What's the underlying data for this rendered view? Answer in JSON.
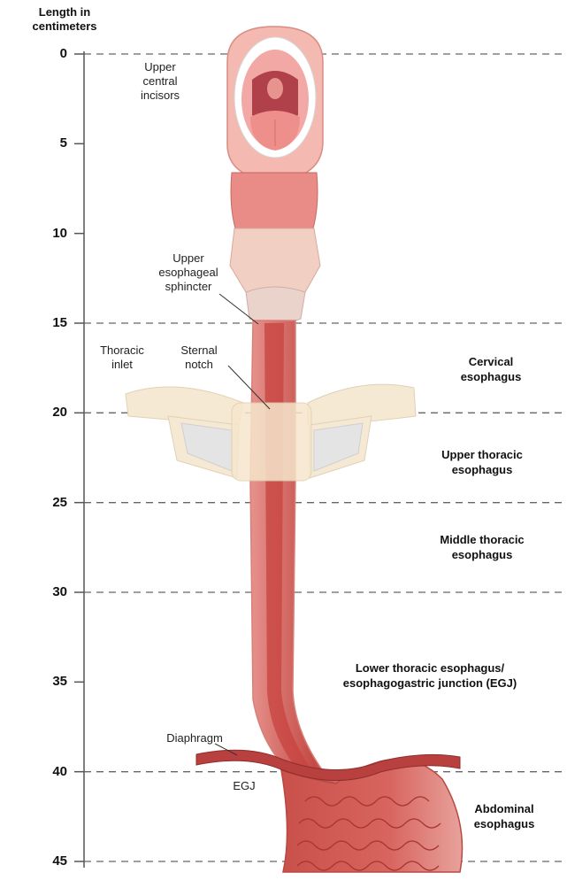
{
  "axis": {
    "title": "Length in centimeters",
    "ticks": [
      0,
      5,
      10,
      15,
      20,
      25,
      30,
      35,
      40,
      45
    ],
    "dashed_at": [
      0,
      15,
      20,
      25,
      30,
      40,
      45
    ]
  },
  "anatomy_labels": {
    "upper_central_incisors": "Upper central incisors",
    "upper_esophageal_sphincter": "Upper esophageal sphincter",
    "thoracic_inlet": "Thoracic inlet",
    "sternal_notch": "Sternal notch",
    "diaphragm": "Diaphragm",
    "egj": "EGJ"
  },
  "regions": {
    "cervical": "Cervical esophagus",
    "upper_thoracic": "Upper thoracic esophagus",
    "middle_thoracic": "Middle thoracic esophagus",
    "lower_thoracic": "Lower thoracic esophagus/ esophagogastric junction (EGJ)",
    "abdominal": "Abdominal esophagus"
  },
  "colors": {
    "esophagus": "#d96a6a",
    "esophagus_inner": "#c7433f",
    "tissue_light": "#f4b9b0",
    "cartilage": "#f1cfc3",
    "bone": "#f6e9d4",
    "diaphragm": "#b8403f",
    "axis": "#555555",
    "dash": "#666666"
  }
}
